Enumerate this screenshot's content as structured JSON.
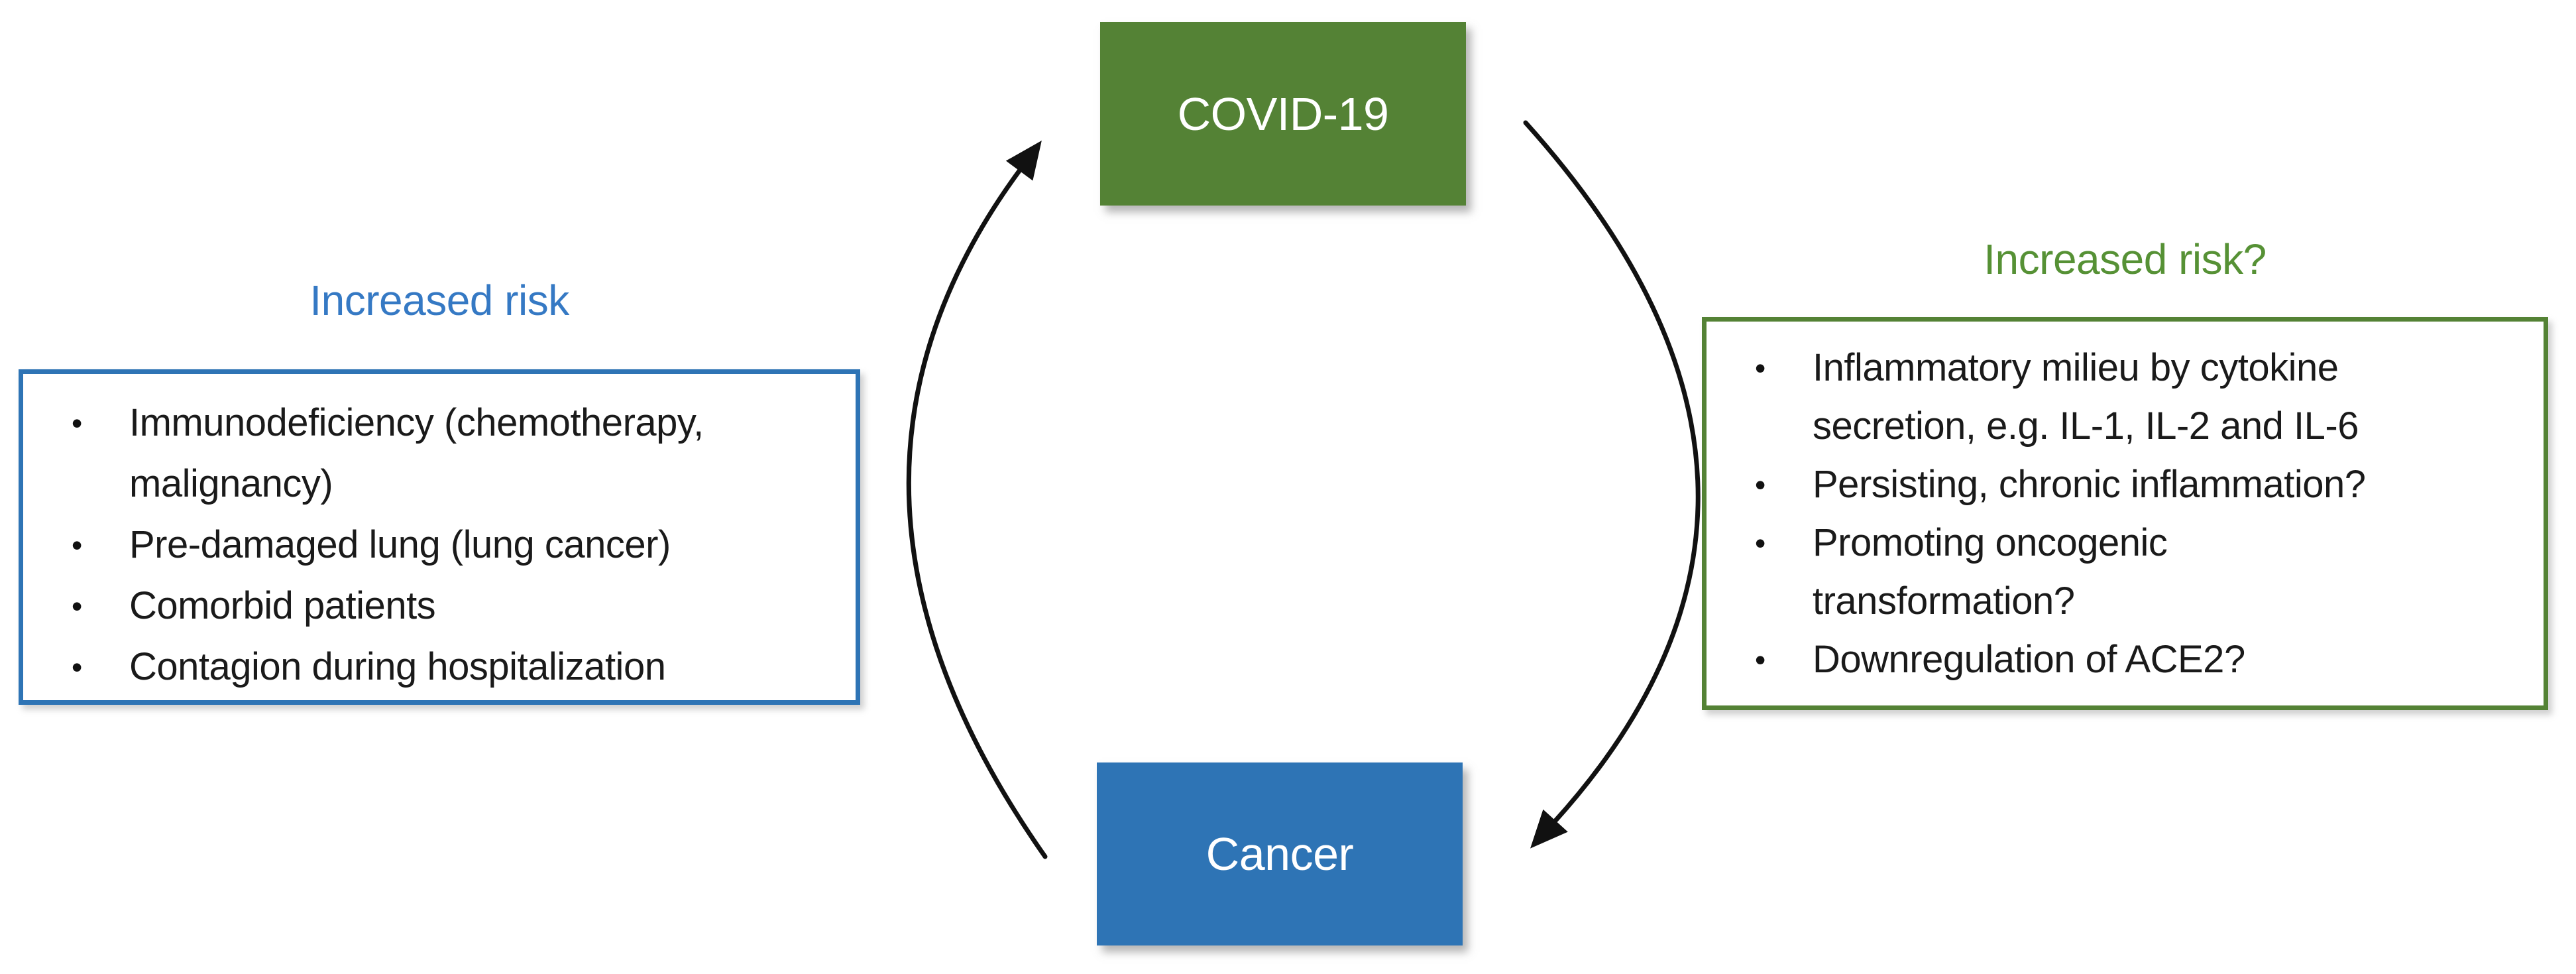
{
  "diagram": {
    "background_color": "#ffffff",
    "arrow_color": "#111111",
    "nodes": {
      "covid": {
        "label": "COVID-19",
        "fill_color": "#548235",
        "text_color": "#ffffff"
      },
      "cancer": {
        "label": "Cancer",
        "fill_color": "#2E74B5",
        "text_color": "#ffffff"
      }
    },
    "arrows": {
      "left": {
        "name": "cancer-to-covid",
        "direction": "curves left, points up toward COVID-19"
      },
      "right": {
        "name": "covid-to-cancer",
        "direction": "curves right, points down toward Cancer"
      }
    },
    "left_panel": {
      "title": "Increased risk",
      "title_color": "#3579C4",
      "border_color": "#2E74B5",
      "bullets": [
        "Immunodeficiency (chemotherapy,\nmalignancy)",
        "Pre-damaged lung (lung cancer)",
        "Comorbid patients",
        "Contagion during hospitalization"
      ]
    },
    "right_panel": {
      "title": "Increased risk?",
      "title_color": "#569135",
      "border_color": "#548235",
      "bullets": [
        "Inflammatory milieu by cytokine\nsecretion, e.g. IL-1, IL-2 and IL-6",
        "Persisting, chronic inflammation?",
        "Promoting oncogenic\ntransformation?",
        "Downregulation of ACE2?"
      ]
    }
  }
}
